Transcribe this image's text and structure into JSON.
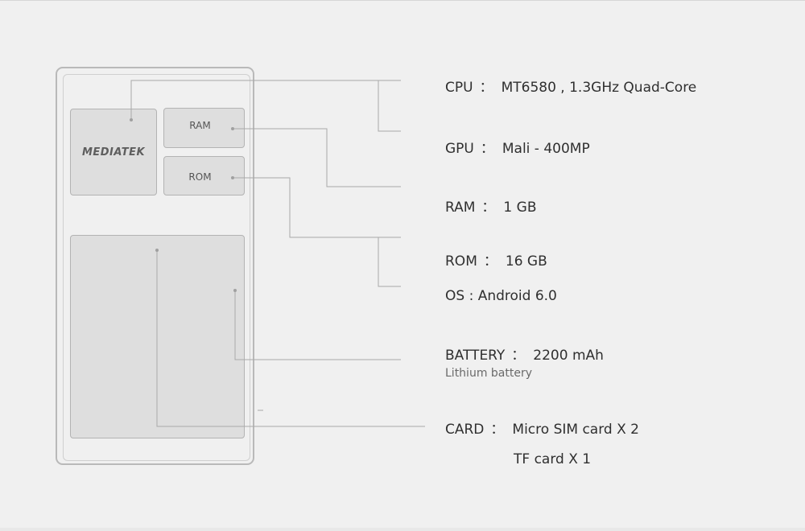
{
  "chips": {
    "soc_logo": "MEDIATEK",
    "ram_label": "RAM",
    "rom_label": "ROM"
  },
  "specs": {
    "cpu": {
      "label": "CPU",
      "sep": "：",
      "value": "MT6580 , 1.3GHz Quad-Core"
    },
    "gpu": {
      "label": "GPU",
      "sep": "：",
      "value": "Mali - 400MP"
    },
    "ram": {
      "label": "RAM",
      "sep": "：",
      "value": "1 GB"
    },
    "rom": {
      "label": "ROM",
      "sep": "：",
      "value": "16 GB"
    },
    "os": {
      "text": "OS : Android 6.0"
    },
    "battery": {
      "label": "BATTERY",
      "sep": "：",
      "value": "2200 mAh",
      "note": "Lithium battery"
    },
    "card": {
      "label": "CARD",
      "sep": "：",
      "value": "Micro SIM card X 2",
      "line2": "TF card X 1"
    }
  },
  "colors": {
    "background": "#f0f0f0",
    "chip_fill": "#dedede",
    "line": "#a9a9a9",
    "text": "#2f2f2f"
  }
}
